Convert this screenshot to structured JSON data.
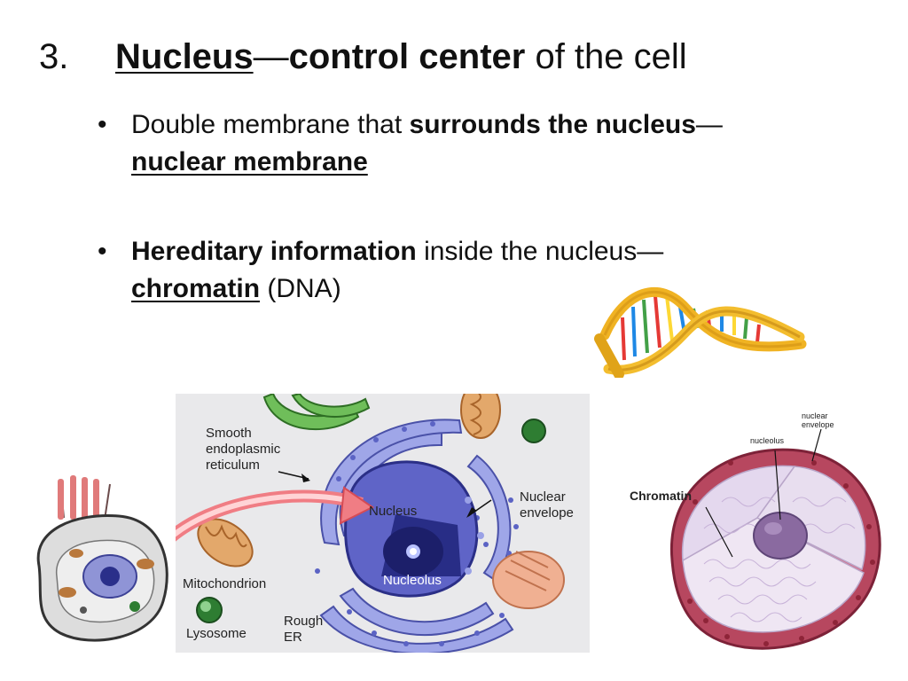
{
  "slide": {
    "number": "3.",
    "title_term": "Nucleus",
    "title_dash": "—",
    "title_bold": "control center",
    "title_rest": " of the cell"
  },
  "bullets": [
    {
      "pre": "Double membrane that ",
      "bold": "surrounds the nucleus",
      "dash": "—",
      "term": "nuclear membrane",
      "post": ""
    },
    {
      "pre": "",
      "bold": "Hereditary information",
      "mid": " inside the nucleus—",
      "term": "chromatin",
      "post": " (DNA)"
    }
  ],
  "cell_diagram": {
    "labels": {
      "smooth_er": [
        "Smooth",
        "endoplasmic",
        "reticulum"
      ],
      "nucleus": "Nucleus",
      "nucleolus": "Nucleolus",
      "nuclear_envelope": [
        "Nuclear",
        "envelope"
      ],
      "mitochondrion": "Mitochondrion",
      "lysosome": "Lysosome",
      "rough_er": [
        "Rough",
        "ER"
      ]
    }
  },
  "nucleus_diagram": {
    "labels": {
      "chromatin": "Chromatin",
      "nucleolus": "nucleolus",
      "nuclear_envelope": [
        "nuclear",
        "envelope"
      ]
    }
  }
}
